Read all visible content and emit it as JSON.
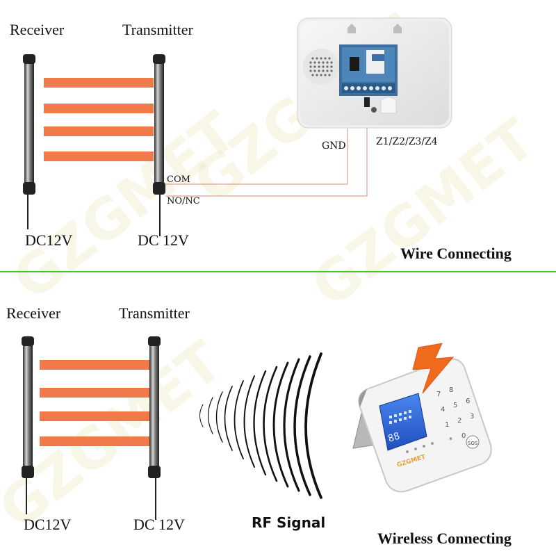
{
  "top": {
    "receiver_label": "Receiver",
    "transmitter_label": "Transmitter",
    "receiver_power": "DC12V",
    "transmitter_power": "DC 12V",
    "com_label": "COM",
    "nonc_label": "NO/NC",
    "gnd_label": "GND",
    "zones_label": "Z1/Z2/Z3/Z4",
    "caption": "Wire Connecting"
  },
  "bottom": {
    "receiver_label": "Receiver",
    "transmitter_label": "Transmitter",
    "receiver_power": "DC12V",
    "transmitter_power": "DC 12V",
    "rf_label": "RF Signal",
    "caption": "Wireless Connecting",
    "display_digits": "88",
    "panel_brand": "GZGMET",
    "sos_label": "SOS"
  },
  "watermark": "GZGMET",
  "colors": {
    "beam": "#f07a4a",
    "divider": "#55c03a",
    "wire": "#e0a090",
    "lightning": "#f06a1e",
    "lcd": "#2e64d8"
  },
  "icons": [
    "infrared-beam-pole",
    "alarm-panel",
    "rf-signal-waves",
    "lightning-bolt"
  ]
}
